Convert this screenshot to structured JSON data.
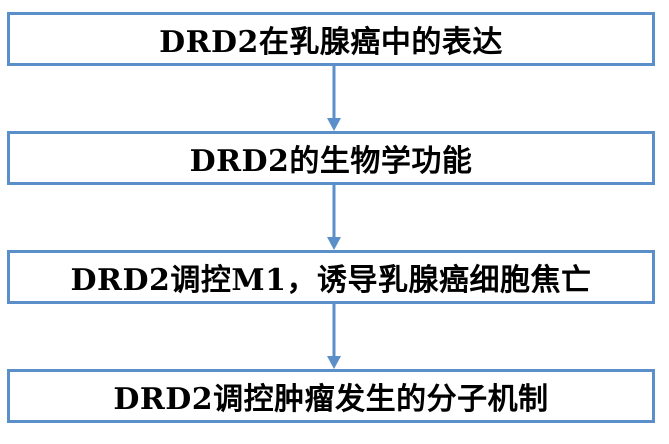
{
  "flowchart": {
    "steps": [
      {
        "label": "DRD2在乳腺癌中的表达"
      },
      {
        "label": "DRD2的生物学功能"
      },
      {
        "label": "DRD2调控M1，诱导乳腺癌细胞焦亡"
      },
      {
        "label": "DRD2调控肿瘤发生的分子机制"
      }
    ],
    "colors": {
      "box_border": "#5b8fc9",
      "arrow": "#5b8fc9",
      "text": "#000000",
      "background": "#ffffff"
    }
  }
}
